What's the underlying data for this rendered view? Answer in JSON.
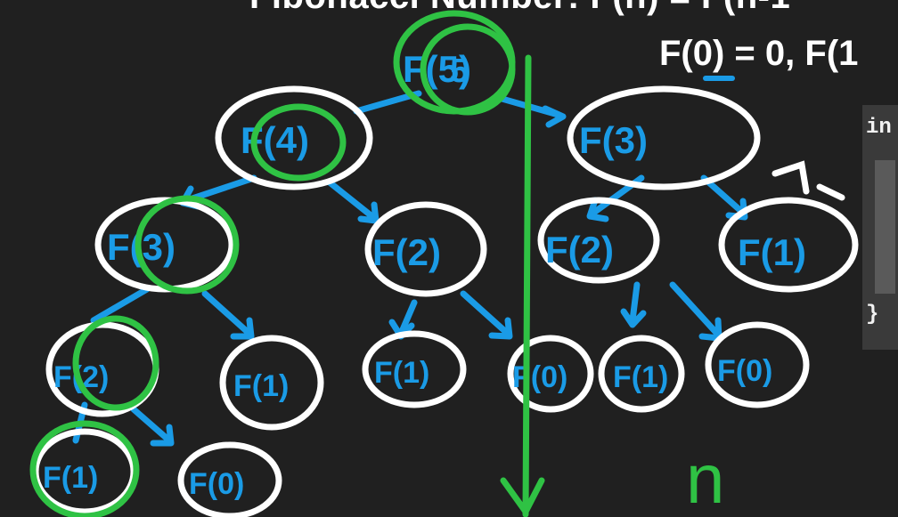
{
  "heading": {
    "title": "Fibonacci Number: F(n) = F(n-1",
    "base_case": "F(0) = 0, F(1"
  },
  "code": {
    "line1": "in",
    "line2": "}"
  },
  "tree": {
    "root": "F(5)",
    "level1": [
      "F(4)",
      "F(3)"
    ],
    "level2": [
      "F(3)",
      "F(2)",
      "F(2)",
      "F(1)"
    ],
    "level3": [
      "F(2)",
      "F(1)",
      "F(1)",
      "F(0)",
      "F(1)",
      "F(0)"
    ],
    "level4": [
      "F(1)",
      "F(0)"
    ]
  },
  "annotations": {
    "depth_label": "n",
    "root_circled_value": "5"
  },
  "colors": {
    "background": "#202020",
    "node_text": "#1a9be6",
    "circle": "#ffffff",
    "highlight": "#2fc244"
  }
}
